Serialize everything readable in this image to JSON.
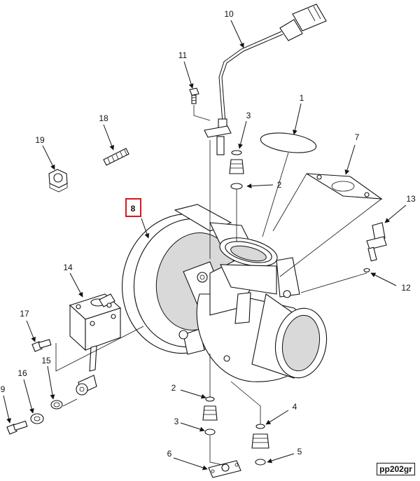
{
  "callouts": {
    "c1": "1",
    "c2a": "2",
    "c2b": "2",
    "c3a": "3",
    "c3b": "3",
    "c4": "4",
    "c5": "5",
    "c6": "6",
    "c7": "7",
    "c8": "8",
    "c9": "9",
    "c10": "10",
    "c11": "11",
    "c12": "12",
    "c13": "13",
    "c14": "14",
    "c15": "15",
    "c16": "16",
    "c17": "17",
    "c18": "18",
    "c19": "19"
  },
  "highlighted_callout": "8",
  "highlight_color": "#d9161c",
  "reference_code": "pp202gr"
}
